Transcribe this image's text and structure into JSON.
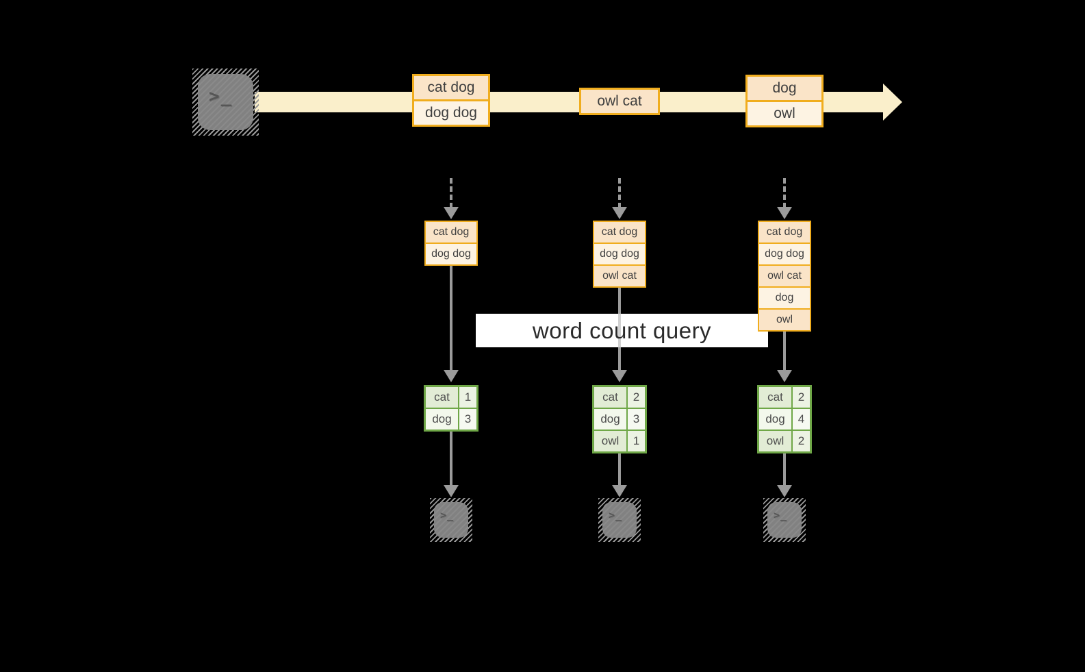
{
  "diagram": {
    "title_hidden": "",
    "query_label": "word count query",
    "terminal_glyph": ">_",
    "stream_events": [
      {
        "cells": [
          "cat dog",
          "dog dog"
        ]
      },
      {
        "cells": [
          "owl cat"
        ]
      },
      {
        "cells": [
          "dog",
          "owl"
        ]
      }
    ],
    "snapshots": [
      {
        "buffer": [
          "cat dog",
          "dog dog"
        ],
        "counts": [
          {
            "word": "cat",
            "count": "1"
          },
          {
            "word": "dog",
            "count": "3"
          }
        ]
      },
      {
        "buffer": [
          "cat dog",
          "dog dog",
          "owl cat"
        ],
        "counts": [
          {
            "word": "cat",
            "count": "2"
          },
          {
            "word": "dog",
            "count": "3"
          },
          {
            "word": "owl",
            "count": "1"
          }
        ]
      },
      {
        "buffer": [
          "cat dog",
          "dog dog",
          "owl cat",
          "dog",
          "owl"
        ],
        "counts": [
          {
            "word": "cat",
            "count": "2"
          },
          {
            "word": "dog",
            "count": "4"
          },
          {
            "word": "owl",
            "count": "2"
          }
        ]
      }
    ],
    "colors": {
      "background": "#000000",
      "stream_band": "#faefcb",
      "event_border": "#f0ad1e",
      "event_fill_peach": "#fae4c8",
      "event_fill_cream": "#fdf3e3",
      "table_border": "#6fa747",
      "table_fill": "#e2ecd5",
      "table_fill_light": "#f3f8ec",
      "arrow_gray": "#9b9b9b",
      "terminal_gray": "#818181",
      "label_background": "#ffffff"
    }
  }
}
